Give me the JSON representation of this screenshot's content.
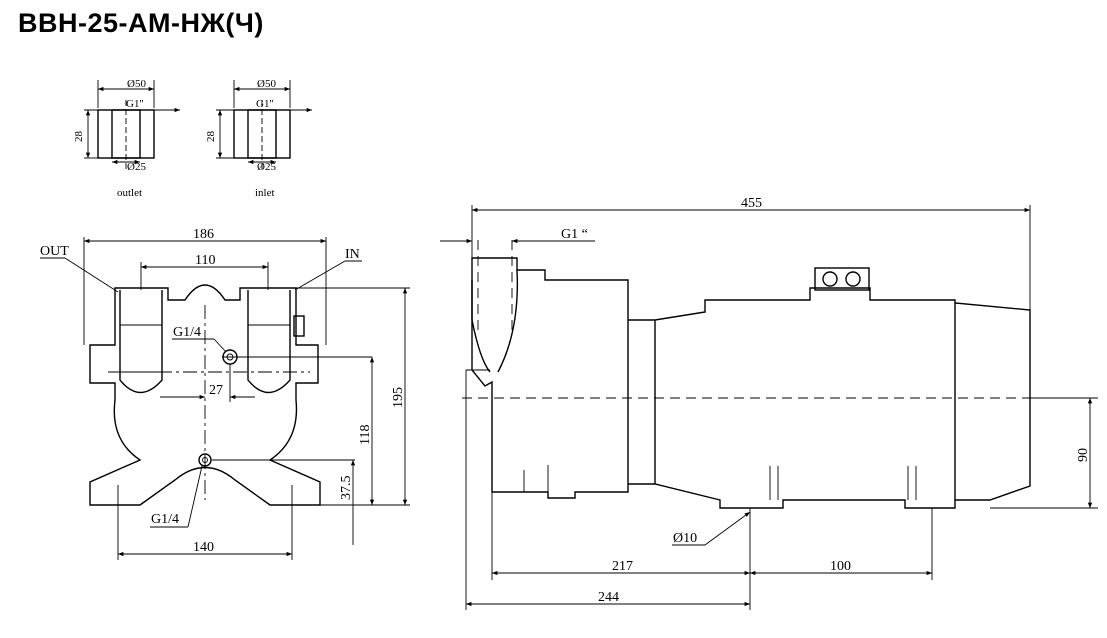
{
  "title": "ВВН-25-АМ-НЖ(Ч)",
  "flange_details": {
    "outlet": {
      "caption": "outlet",
      "outer_dia": "Ø50",
      "thread": "G1''",
      "inner_dia": "Ø25",
      "height": "28"
    },
    "inlet": {
      "caption": "inlet",
      "outer_dia": "Ø50",
      "thread": "G1''",
      "inner_dia": "Ø25",
      "height": "28"
    }
  },
  "front_view": {
    "label_out": "OUT",
    "label_in": "IN",
    "width_overall": "186",
    "port_spacing": "110",
    "upper_port": "G1/4",
    "port_offset": "27",
    "lower_port": "G1/4",
    "height_overall": "195",
    "shaft_height": "118",
    "lower_port_height": "37.5",
    "foot_spacing": "140"
  },
  "side_view": {
    "length_overall": "455",
    "port_thread": "G1 “",
    "shaft_axis_height": "90",
    "mount_hole": "Ø10",
    "dim_217": "217",
    "dim_100": "100",
    "dim_244": "244"
  }
}
